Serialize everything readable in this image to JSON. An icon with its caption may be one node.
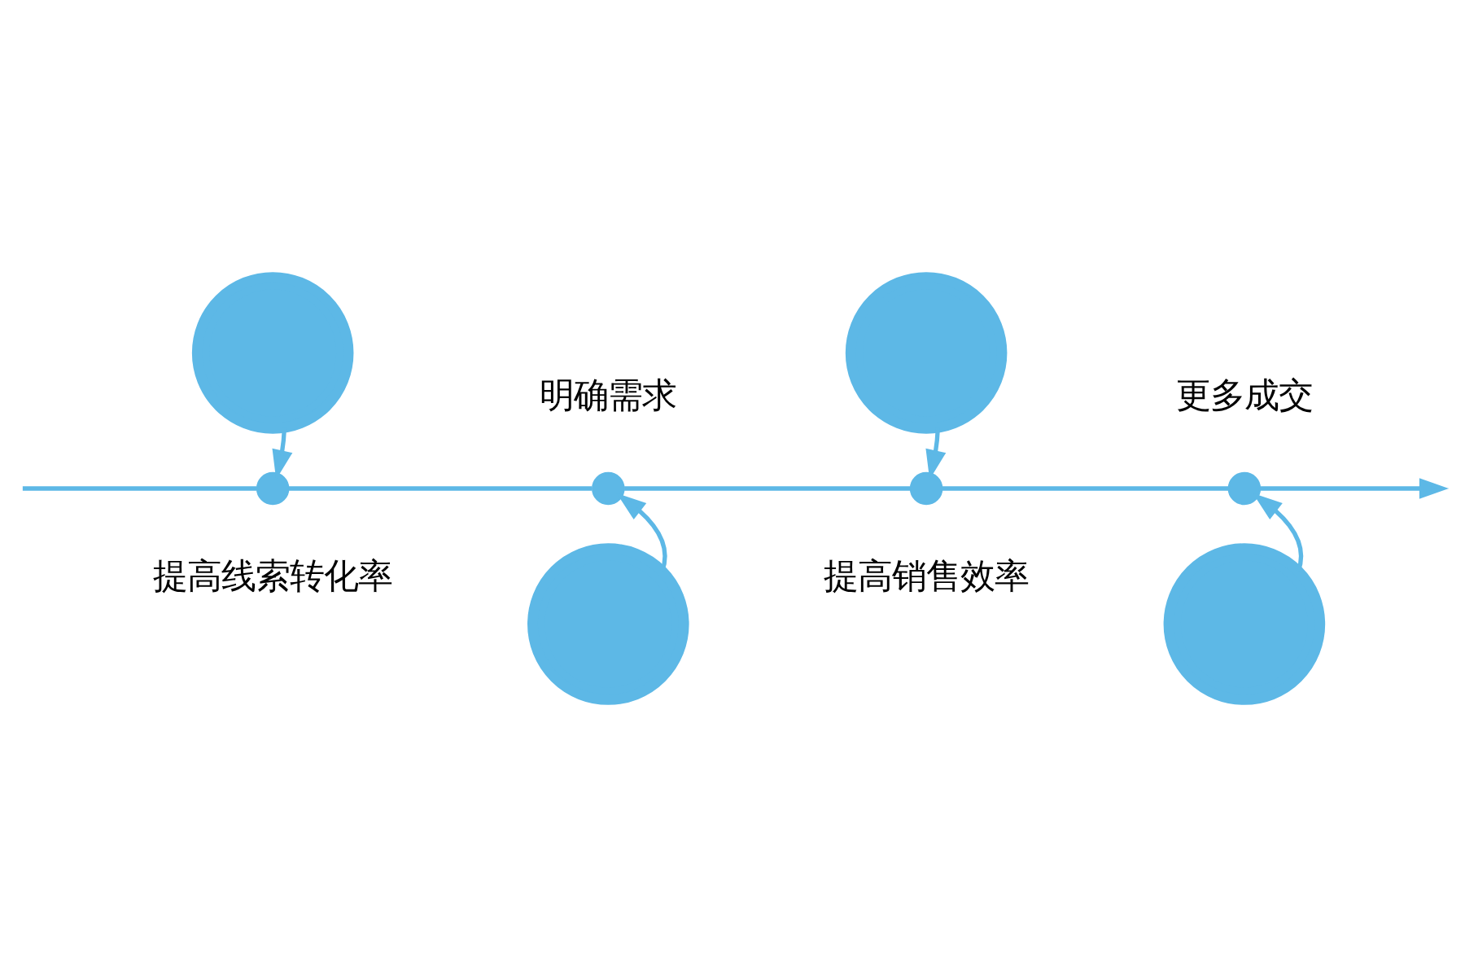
{
  "diagram": {
    "nodes": [
      {
        "text": [],
        "shape": "circle"
      },
      {
        "text": [],
        "shape": "circle"
      },
      {
        "text": [],
        "shape": "circle"
      },
      {
        "text": [],
        "shape": "circle"
      },
      {
        "text": [],
        "shape": "circle"
      },
      {
        "text": [],
        "shape": "circle"
      },
      {
        "text": [],
        "shape": "circle"
      },
      {
        "text": [],
        "shape": "circle"
      }
    ],
    "edges": [
      {
        "from": null,
        "to": 4,
        "arrow": "none"
      },
      {
        "from": 4,
        "to": 5,
        "arrow": "none"
      },
      {
        "from": 5,
        "to": 6,
        "arrow": "none"
      },
      {
        "from": 6,
        "to": 7,
        "arrow": "none"
      },
      {
        "from": 7,
        "to": null,
        "arrow": "to"
      },
      {
        "from": 0,
        "to": 4,
        "arrow": "to"
      },
      {
        "from": 1,
        "to": 5,
        "arrow": "to"
      },
      {
        "from": 2,
        "to": 6,
        "arrow": "to"
      },
      {
        "from": 3,
        "to": 7,
        "arrow": "to"
      }
    ],
    "labels": [
      "明确需求",
      "更多成交",
      "提高线索转化率",
      "提高销售效率"
    ]
  }
}
